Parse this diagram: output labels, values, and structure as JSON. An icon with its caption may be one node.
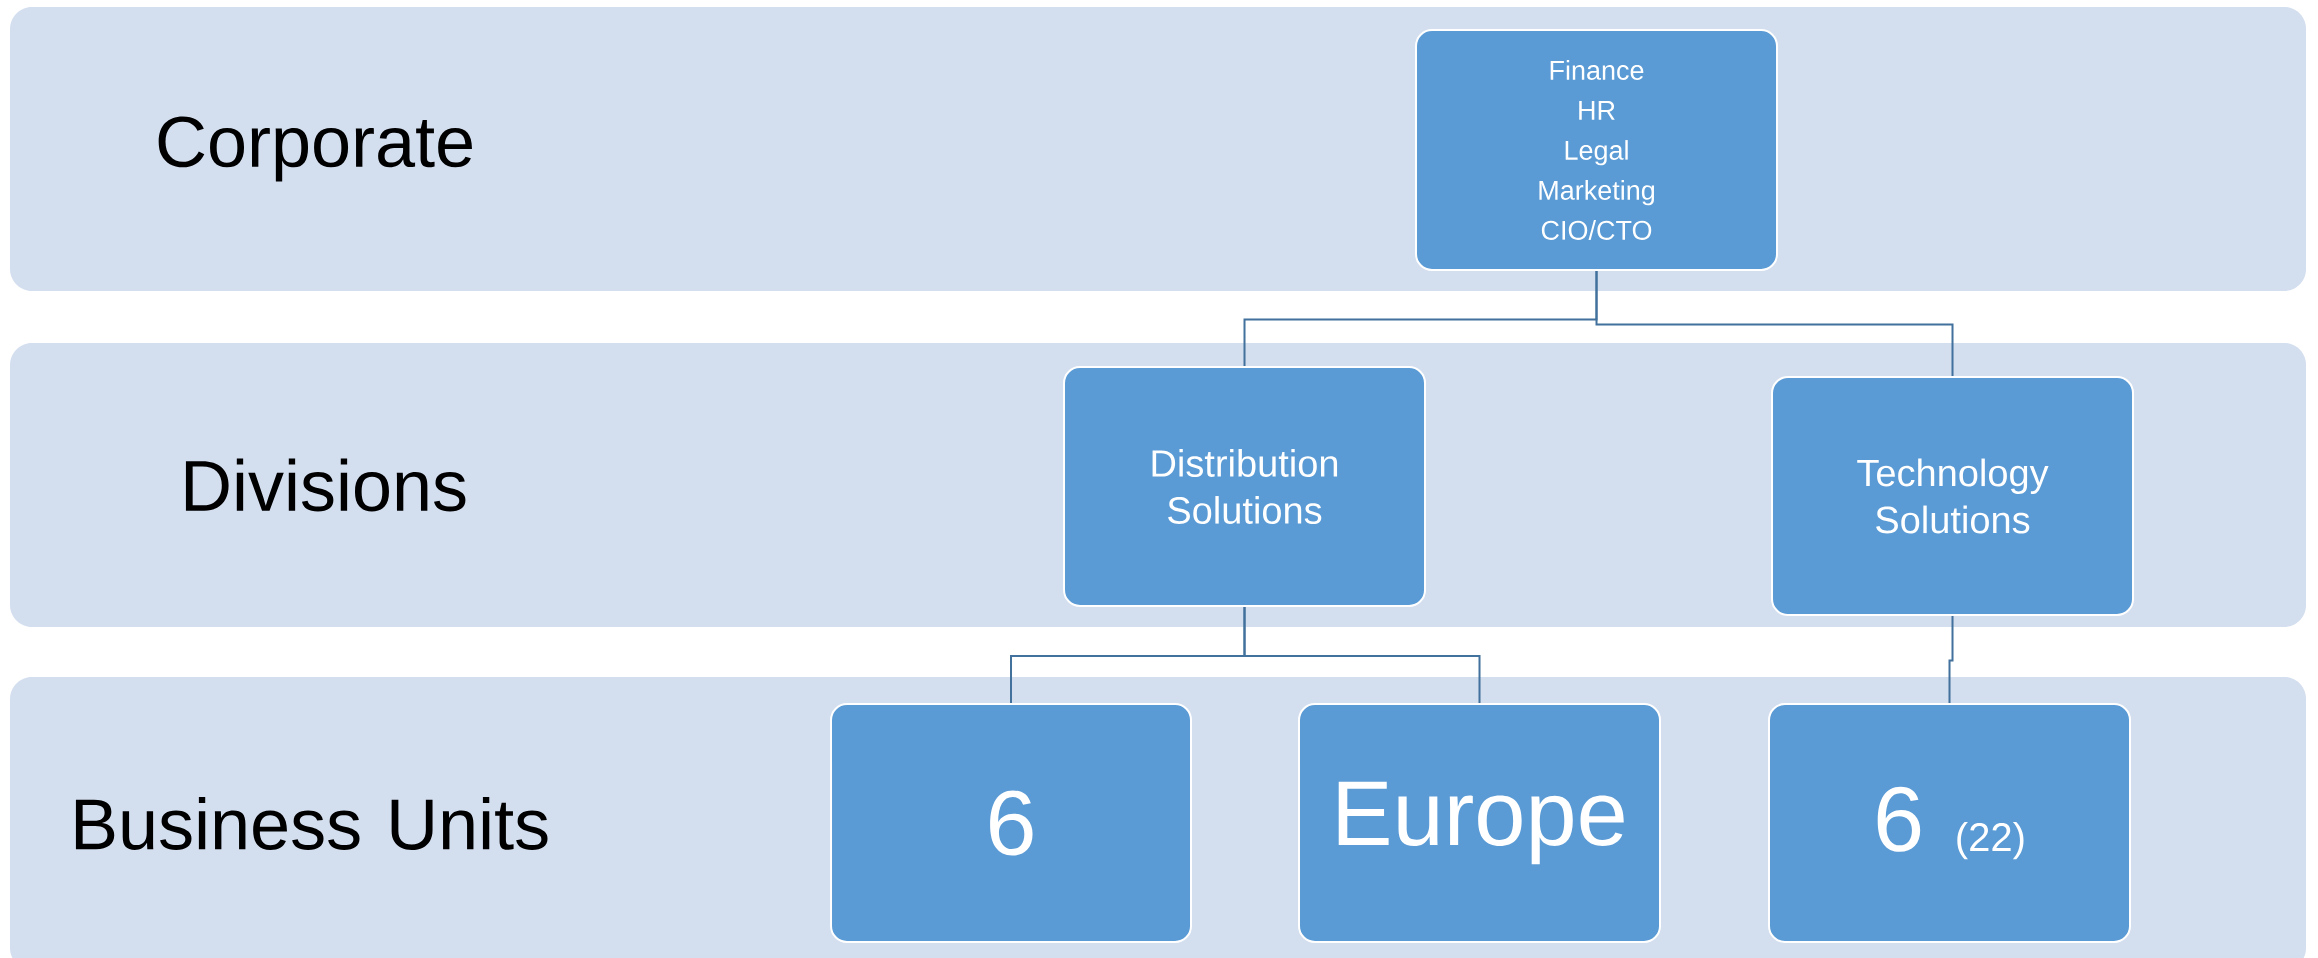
{
  "diagram": {
    "nodes": [
      {
        "text": [
          "Corporate"
        ]
      },
      {
        "text": [
          "Finance",
          "HR",
          "Legal",
          "Marketing",
          "CIO/CTO"
        ],
        "in": 0
      },
      {
        "text": [
          "Divisions"
        ]
      },
      {
        "text": [
          "Distribution Solutions"
        ],
        "in": 2
      },
      {
        "text": [
          "Technology Solutions"
        ],
        "in": 2
      },
      {
        "text": [
          "Business Units"
        ]
      },
      {
        "text": [
          "6"
        ],
        "in": 5
      },
      {
        "text": [
          "Europe"
        ],
        "in": 5
      },
      {
        "text": [
          "6",
          "(22)"
        ],
        "in": 5
      }
    ],
    "edges": [
      {
        "from": 1,
        "to": 3,
        "arrow": "none"
      },
      {
        "from": 1,
        "to": 4,
        "arrow": "none"
      },
      {
        "from": 3,
        "to": 6,
        "arrow": "none"
      },
      {
        "from": 3,
        "to": 7,
        "arrow": "none"
      },
      {
        "from": 4,
        "to": 8,
        "arrow": "none"
      }
    ]
  }
}
